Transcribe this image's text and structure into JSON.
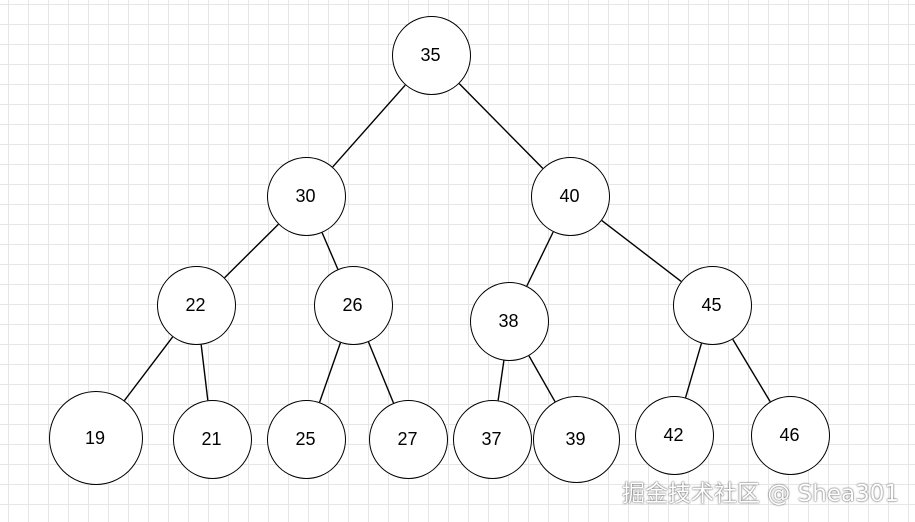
{
  "tree": {
    "nodes": [
      {
        "id": "n35",
        "label": "35"
      },
      {
        "id": "n30",
        "label": "30"
      },
      {
        "id": "n40",
        "label": "40"
      },
      {
        "id": "n22",
        "label": "22"
      },
      {
        "id": "n26",
        "label": "26"
      },
      {
        "id": "n38",
        "label": "38"
      },
      {
        "id": "n45",
        "label": "45"
      },
      {
        "id": "n19",
        "label": "19"
      },
      {
        "id": "n21",
        "label": "21"
      },
      {
        "id": "n25",
        "label": "25"
      },
      {
        "id": "n27",
        "label": "27"
      },
      {
        "id": "n37",
        "label": "37"
      },
      {
        "id": "n39",
        "label": "39"
      },
      {
        "id": "n42",
        "label": "42"
      },
      {
        "id": "n46",
        "label": "46"
      }
    ],
    "edges": [
      [
        "n35",
        "n30"
      ],
      [
        "n35",
        "n40"
      ],
      [
        "n30",
        "n22"
      ],
      [
        "n30",
        "n26"
      ],
      [
        "n40",
        "n38"
      ],
      [
        "n40",
        "n45"
      ],
      [
        "n22",
        "n19"
      ],
      [
        "n22",
        "n21"
      ],
      [
        "n26",
        "n25"
      ],
      [
        "n26",
        "n27"
      ],
      [
        "n38",
        "n37"
      ],
      [
        "n38",
        "n39"
      ],
      [
        "n45",
        "n42"
      ],
      [
        "n45",
        "n46"
      ]
    ]
  },
  "watermark": "掘金技术社区 @ Shea301"
}
